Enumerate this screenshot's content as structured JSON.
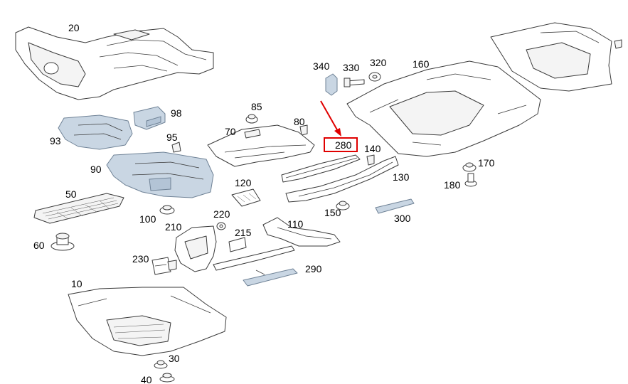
{
  "diagram": {
    "callouts": [
      "20",
      "98",
      "93",
      "95",
      "90",
      "50",
      "100",
      "60",
      "10",
      "30",
      "40",
      "340",
      "330",
      "320",
      "160",
      "85",
      "80",
      "70",
      "280",
      "140",
      "130",
      "120",
      "150",
      "170",
      "180",
      "300",
      "220",
      "210",
      "215",
      "110",
      "230",
      "290"
    ],
    "highlight": {
      "callout_index": 18,
      "box_color": "#e00000",
      "arrow_color": "#e00000"
    },
    "colors": {
      "outline": "#3a3a3a",
      "part_fill": "#ffffff",
      "accent_part_fill": "#c9d6e3"
    }
  }
}
